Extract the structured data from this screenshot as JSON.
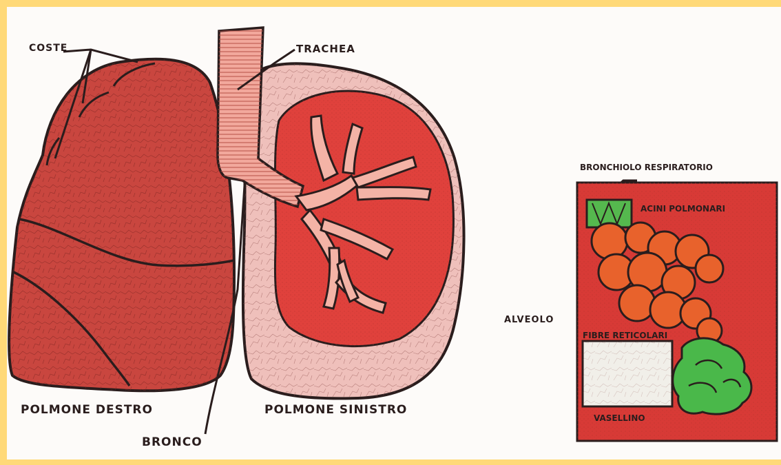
{
  "colors": {
    "frame": "#ffd978",
    "paper": "#fdfbf9",
    "lung_tissue": "#c9463f",
    "lung_inner": "#e0413c",
    "trachea": "#f2a89c",
    "acini": "#e8622c",
    "alveolus": "#4ab84a",
    "outline": "#2a1d1d"
  },
  "labels": {
    "coste": "COSTE",
    "trachea": "TRACHEA",
    "polmone_destro": "POLMONE DESTRO",
    "polmone_sinistro": "POLMONE SINISTRO",
    "bronco": "BRONCO",
    "bronchiolo_respiratorio": "BRONCHIOLO RESPIRATORIO",
    "acini_polmonari": "ACINI POLMONARI",
    "alveolo": "ALVEOLO",
    "fibre_reticolari": "FIBRE RETICOLARI",
    "vasi": "VASELLINO"
  },
  "icons": [
    "lung-right-icon",
    "lung-left-icon",
    "trachea-icon",
    "bronchial-tree-icon",
    "alveolar-sac-icon"
  ]
}
